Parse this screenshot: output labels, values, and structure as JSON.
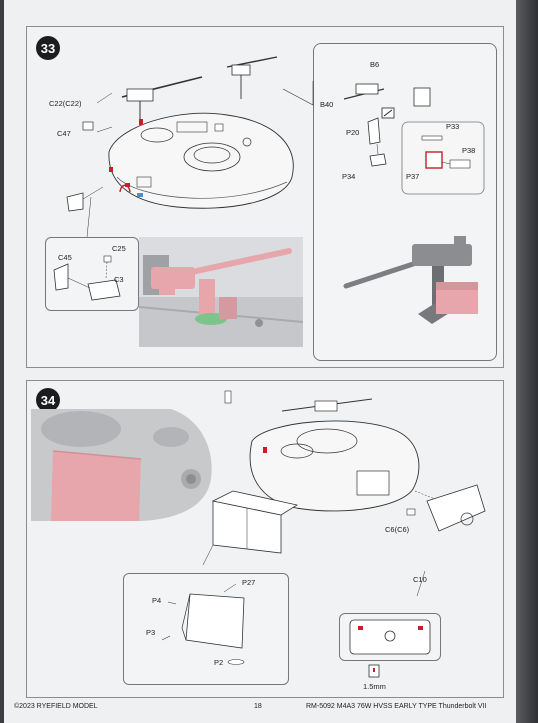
{
  "steps": [
    {
      "number": "33"
    },
    {
      "number": "34"
    }
  ],
  "step33": {
    "labels": {
      "c22": "C22(C22)",
      "c47": "C47",
      "c45": "C45",
      "c25": "C25",
      "c3": "C3",
      "b6": "B6",
      "b40": "B40",
      "p20": "P20",
      "p33": "P33",
      "p38": "P38",
      "p37": "P37",
      "p34": "P34"
    }
  },
  "step34": {
    "labels": {
      "c6": "C6(C6)",
      "c10": "C10",
      "p4": "P4",
      "p27": "P27",
      "p3": "P3",
      "p2": "P2",
      "drill": "1.5mm"
    }
  },
  "footer": {
    "copyright": "©2023 RYEFIELD MODEL",
    "page_number": "18",
    "product": "RM-5092 M4A3 76W HVSS EARLY TYPE Thunderbolt VII"
  },
  "colors": {
    "highlight_pink": "#e7a6ab",
    "part_grey": "#c9cacc",
    "drill_marker": "#c4202a",
    "resin_green": "#7cc48a"
  }
}
